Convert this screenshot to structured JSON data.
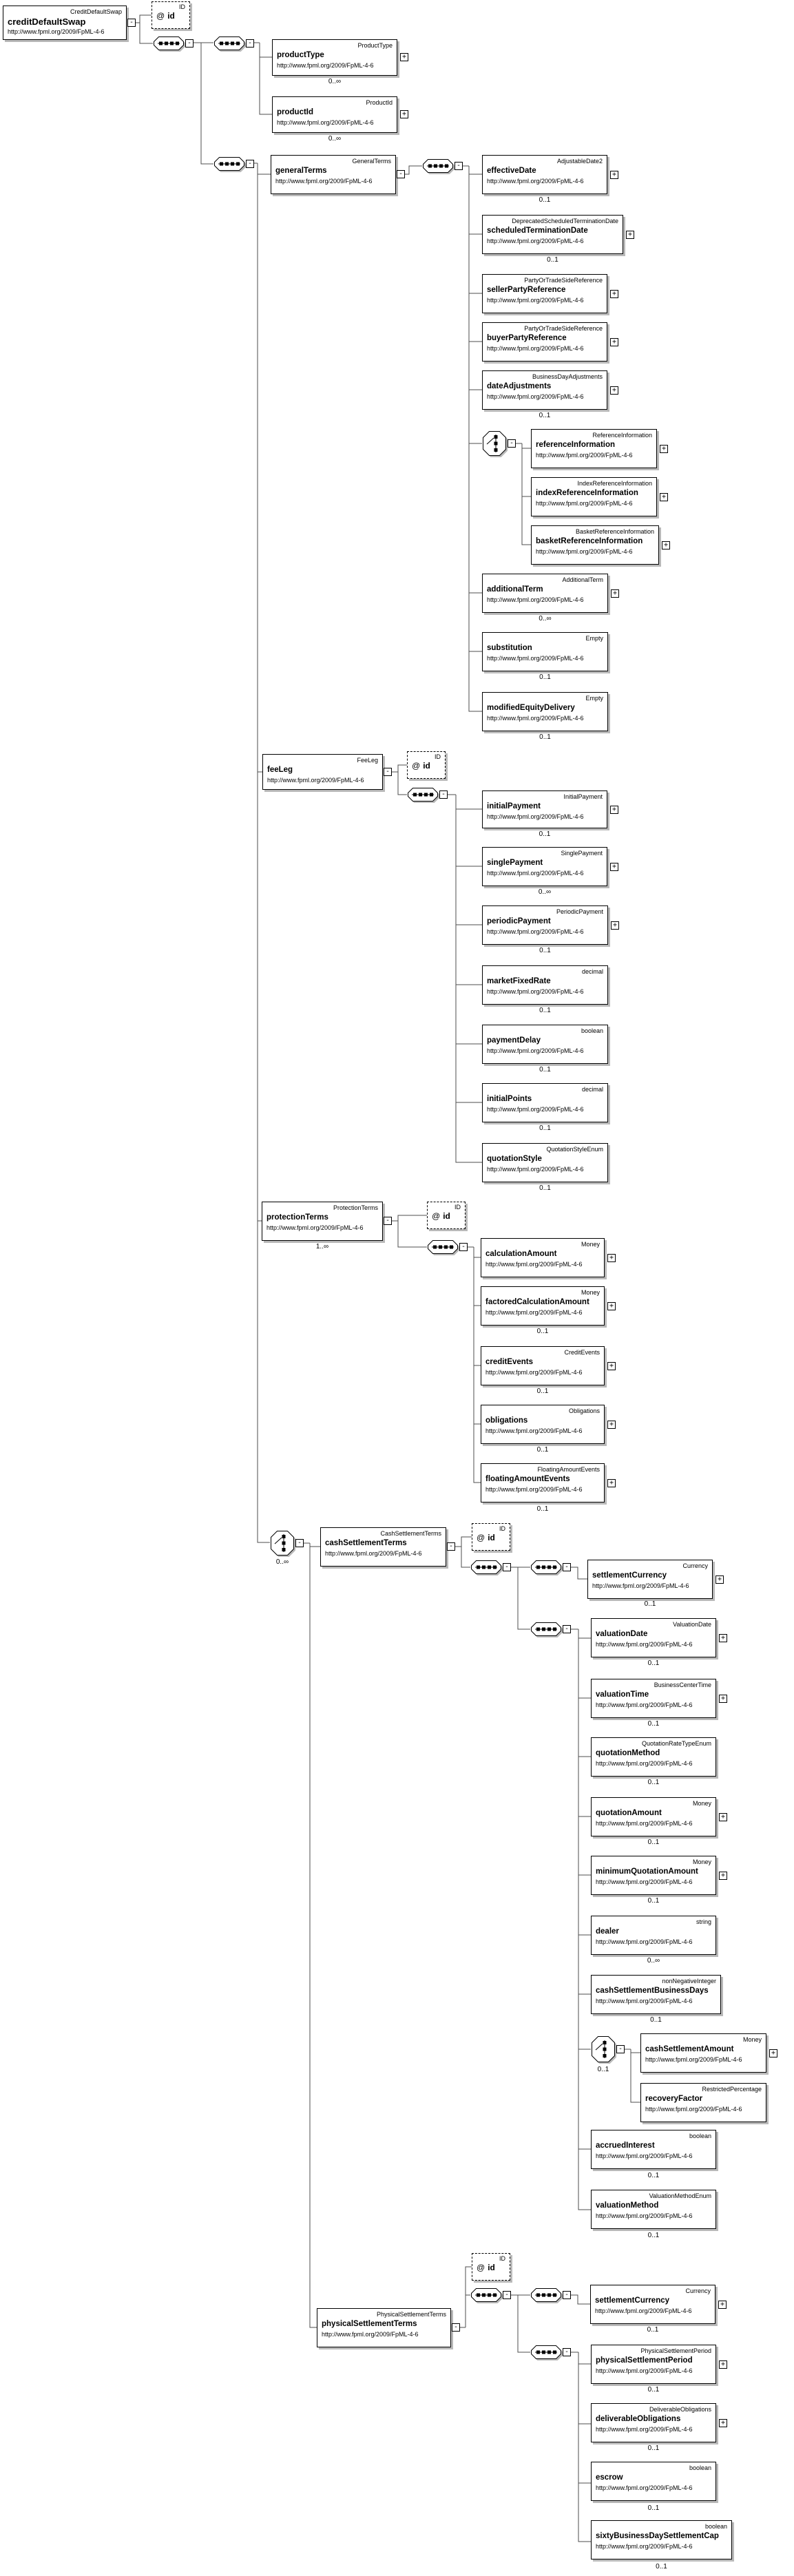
{
  "namespace": "http://www.fpml.org/2009/FpML-4-6",
  "ui": {
    "plus": "+",
    "minus": "-"
  },
  "attr": {
    "type": "ID",
    "symbol": "@",
    "name": "id"
  },
  "compositors": {
    "settlementChoice": {
      "occurs": "0..∞"
    },
    "cashAmountChoice": {
      "occurs": "0..1"
    }
  },
  "nodes": {
    "creditDefaultSwap": {
      "name": "creditDefaultSwap",
      "type": "CreditDefaultSwap"
    },
    "productType": {
      "name": "productType",
      "type": "ProductType",
      "occurs": "0..∞"
    },
    "productId": {
      "name": "productId",
      "type": "ProductId",
      "occurs": "0..∞"
    },
    "generalTerms": {
      "name": "generalTerms",
      "type": "GeneralTerms"
    },
    "effectiveDate": {
      "name": "effectiveDate",
      "type": "AdjustableDate2",
      "occurs": "0..1"
    },
    "scheduledTerminationDate": {
      "name": "scheduledTerminationDate",
      "type": "DeprecatedScheduledTerminationDate",
      "occurs": "0..1"
    },
    "sellerPartyReference": {
      "name": "sellerPartyReference",
      "type": "PartyOrTradeSideReference"
    },
    "buyerPartyReference": {
      "name": "buyerPartyReference",
      "type": "PartyOrTradeSideReference"
    },
    "dateAdjustments": {
      "name": "dateAdjustments",
      "type": "BusinessDayAdjustments",
      "occurs": "0..1"
    },
    "referenceInformation": {
      "name": "referenceInformation",
      "type": "ReferenceInformation"
    },
    "indexReferenceInformation": {
      "name": "indexReferenceInformation",
      "type": "IndexReferenceInformation"
    },
    "basketReferenceInformation": {
      "name": "basketReferenceInformation",
      "type": "BasketReferenceInformation"
    },
    "additionalTerm": {
      "name": "additionalTerm",
      "type": "AdditionalTerm",
      "occurs": "0..∞"
    },
    "substitution": {
      "name": "substitution",
      "type": "Empty",
      "occurs": "0..1"
    },
    "modifiedEquityDelivery": {
      "name": "modifiedEquityDelivery",
      "type": "Empty",
      "occurs": "0..1"
    },
    "feeLeg": {
      "name": "feeLeg",
      "type": "FeeLeg"
    },
    "initialPayment": {
      "name": "initialPayment",
      "type": "InitialPayment",
      "occurs": "0..1"
    },
    "singlePayment": {
      "name": "singlePayment",
      "type": "SinglePayment",
      "occurs": "0..∞"
    },
    "periodicPayment": {
      "name": "periodicPayment",
      "type": "PeriodicPayment",
      "occurs": "0..1"
    },
    "marketFixedRate": {
      "name": "marketFixedRate",
      "type": "decimal",
      "occurs": "0..1"
    },
    "paymentDelay": {
      "name": "paymentDelay",
      "type": "boolean",
      "occurs": "0..1"
    },
    "initialPoints": {
      "name": "initialPoints",
      "type": "decimal",
      "occurs": "0..1"
    },
    "quotationStyle": {
      "name": "quotationStyle",
      "type": "QuotationStyleEnum",
      "occurs": "0..1"
    },
    "protectionTerms": {
      "name": "protectionTerms",
      "type": "ProtectionTerms",
      "occurs": "1..∞"
    },
    "calculationAmount": {
      "name": "calculationAmount",
      "type": "Money"
    },
    "factoredCalculationAmount": {
      "name": "factoredCalculationAmount",
      "type": "Money",
      "occurs": "0..1"
    },
    "creditEvents": {
      "name": "creditEvents",
      "type": "CreditEvents",
      "occurs": "0..1"
    },
    "obligations": {
      "name": "obligations",
      "type": "Obligations",
      "occurs": "0..1"
    },
    "floatingAmountEvents": {
      "name": "floatingAmountEvents",
      "type": "FloatingAmountEvents",
      "occurs": "0..1"
    },
    "cashSettlementTerms": {
      "name": "cashSettlementTerms",
      "type": "CashSettlementTerms"
    },
    "settlementCurrency1": {
      "name": "settlementCurrency",
      "type": "Currency",
      "occurs": "0..1"
    },
    "valuationDate": {
      "name": "valuationDate",
      "type": "ValuationDate",
      "occurs": "0..1"
    },
    "valuationTime": {
      "name": "valuationTime",
      "type": "BusinessCenterTime",
      "occurs": "0..1"
    },
    "quotationMethod": {
      "name": "quotationMethod",
      "type": "QuotationRateTypeEnum",
      "occurs": "0..1"
    },
    "quotationAmount": {
      "name": "quotationAmount",
      "type": "Money",
      "occurs": "0..1"
    },
    "minimumQuotationAmount": {
      "name": "minimumQuotationAmount",
      "type": "Money",
      "occurs": "0..1"
    },
    "dealer": {
      "name": "dealer",
      "type": "string",
      "occurs": "0..∞"
    },
    "cashSettlementBusinessDays": {
      "name": "cashSettlementBusinessDays",
      "type": "nonNegativeInteger",
      "occurs": "0..1"
    },
    "cashSettlementAmount": {
      "name": "cashSettlementAmount",
      "type": "Money"
    },
    "recoveryFactor": {
      "name": "recoveryFactor",
      "type": "RestrictedPercentage"
    },
    "accruedInterest": {
      "name": "accruedInterest",
      "type": "boolean",
      "occurs": "0..1"
    },
    "valuationMethod": {
      "name": "valuationMethod",
      "type": "ValuationMethodEnum",
      "occurs": "0..1"
    },
    "physicalSettlementTerms": {
      "name": "physicalSettlementTerms",
      "type": "PhysicalSettlementTerms"
    },
    "settlementCurrency2": {
      "name": "settlementCurrency",
      "type": "Currency",
      "occurs": "0..1"
    },
    "physicalSettlementPeriod": {
      "name": "physicalSettlementPeriod",
      "type": "PhysicalSettlementPeriod",
      "occurs": "0..1"
    },
    "deliverableObligations": {
      "name": "deliverableObligations",
      "type": "DeliverableObligations",
      "occurs": "0..1"
    },
    "escrow": {
      "name": "escrow",
      "type": "boolean",
      "occurs": "0..1"
    },
    "sixtyBusinessDaySettlementCap": {
      "name": "sixtyBusinessDaySettlementCap",
      "type": "boolean",
      "occurs": "0..1"
    }
  }
}
